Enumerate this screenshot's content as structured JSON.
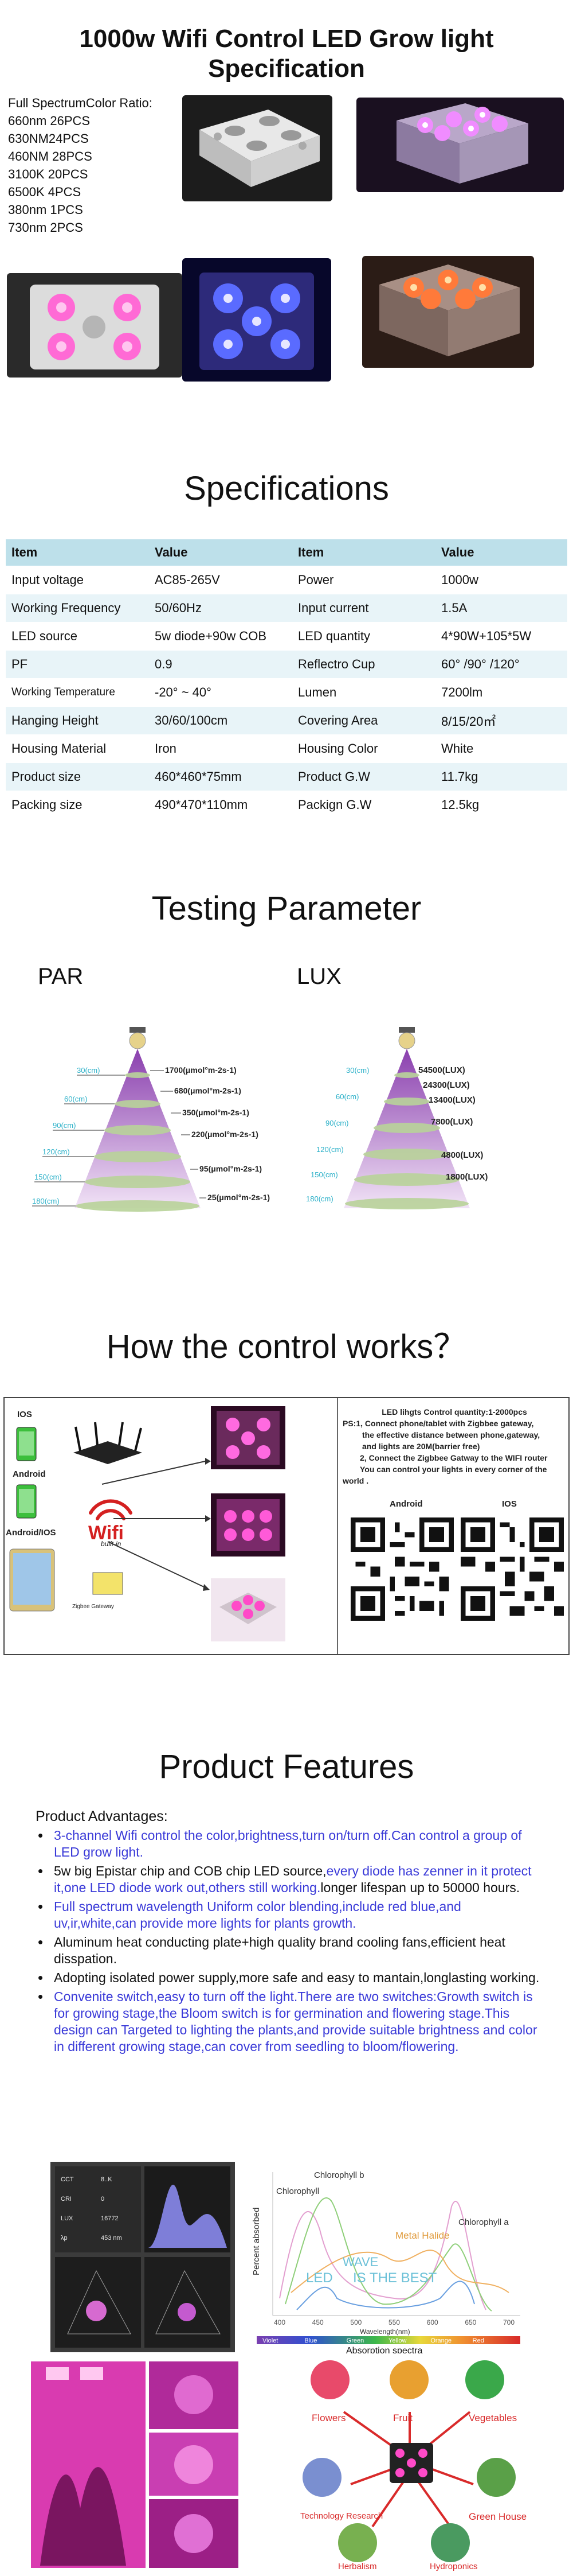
{
  "header": {
    "title_line1": "1000w Wifi Control LED Grow light",
    "title_line2": "Specification"
  },
  "ratio": {
    "heading": "Full SpectrumColor Ratio:",
    "items": [
      "660nm 26PCS",
      "630NM24PCS",
      "460NM 28PCS",
      "3100K 20PCS",
      "6500K 4PCS",
      "380nm 1PCS",
      "730nm 2PCS"
    ]
  },
  "spec": {
    "title": "Specifications",
    "headers": [
      "Item",
      "Value",
      "Item",
      "Value"
    ],
    "rows": [
      [
        "Input voltage",
        "AC85-265V",
        "Power",
        "1000w"
      ],
      [
        "Working Frequency",
        "50/60Hz",
        "Input current",
        "1.5A"
      ],
      [
        "LED source",
        "5w diode+90w COB",
        "LED quantity",
        "4*90W+105*5W"
      ],
      [
        "PF",
        "0.9",
        "Reflectro Cup",
        "60° /90° /120°"
      ],
      [
        "Working Temperature",
        "-20° ~ 40°",
        "Lumen",
        "7200lm"
      ],
      [
        "Hanging Height",
        "30/60/100cm",
        "Covering Area",
        "8/15/20㎡"
      ],
      [
        "Housing Material",
        "Iron",
        "Housing Color",
        "White"
      ],
      [
        "Product size",
        "460*460*75mm",
        "Product G.W",
        "11.7kg"
      ],
      [
        "Packing size",
        "490*470*110mm",
        "Packign G.W",
        "12.5kg"
      ]
    ]
  },
  "testing": {
    "title": "Testing Parameter",
    "par_label": "PAR",
    "lux_label": "LUX",
    "par": {
      "heights": [
        "30(cm)",
        "60(cm)",
        "90(cm)",
        "120(cm)",
        "150(cm)",
        "180(cm)"
      ],
      "values": [
        "1700(μmol°m-2s-1)",
        "680(μmol°m-2s-1)",
        "350(μmol°m-2s-1)",
        "220(μmol°m-2s-1)",
        "95(μmol°m-2s-1)",
        "25(μmol°m-2s-1)"
      ]
    },
    "lux": {
      "heights": [
        "30(cm)",
        "60(cm)",
        "90(cm)",
        "120(cm)",
        "150(cm)",
        "180(cm)"
      ],
      "values": [
        "54500(LUX)",
        "24300(LUX)",
        "13400(LUX)",
        "7800(LUX)",
        "4800(LUX)",
        "1800(LUX)"
      ]
    }
  },
  "control": {
    "title": "How the control works？",
    "ios": "IOS",
    "android": "Android",
    "android_ios": "Android/IOS",
    "wifi": "Wifi",
    "built_in": "built-in",
    "gateway": "Zigbee Gateway",
    "panel_title": "LED lihgts Control quantity:1-2000pcs",
    "panel_lines": [
      "PS:1, Connect phone/tablet with Zigbbee gateway,",
      "the effective distance between phone,gateway,",
      "and lights are 20M(barrier free)",
      "2, Connect the Zigbbee Gatway to the WIFI router",
      "You can control your lights in every corner of the",
      "world ."
    ],
    "qr_android": "Android",
    "qr_ios": "IOS"
  },
  "features": {
    "title": "Product Features",
    "heading": "Product Advantages:",
    "items": [
      {
        "parts": [
          {
            "t": "3-channel Wifi control the color,brightness,turn on/turn off.Can control a group of LED grow light.",
            "c": "blue"
          }
        ]
      },
      {
        "parts": [
          {
            "t": "5w big Epistar chip and COB chip LED source,",
            "c": "blk"
          },
          {
            "t": "every diode has zenner in it protect it,one LED diode work out,others still working.",
            "c": "blue"
          },
          {
            "t": "longer lifespan up to 50000 hours.",
            "c": "blk"
          }
        ]
      },
      {
        "parts": [
          {
            "t": "Full spectrum wavelength Uniform color blending,include red blue,and uv,ir,white,can provide more lights for plants growth.",
            "c": "blue"
          }
        ]
      },
      {
        "parts": [
          {
            "t": "Aluminum heat conducting plate+high quality brand cooling fans,efficient heat disspation.",
            "c": "blk"
          }
        ]
      },
      {
        "parts": [
          {
            "t": "Adopting isolated power supply,more safe and easy to mantain,longlasting working.",
            "c": "blk"
          }
        ]
      },
      {
        "parts": [
          {
            "t": "Convenite switch,easy to turn off the light.There are two switches:Growth switch is for growing stage,the Bloom switch is for germination and flowering stage.This design can Targeted to lighting the plants,and provide suitable brightness and color in different growing stage,can cover from seedling to bloom/flowering.",
            "c": "blue"
          }
        ]
      }
    ]
  },
  "spectrum": {
    "ylabel": "Percent absorbed",
    "xlabel": "Wavelength(nm)",
    "caption": "Absorption spectra",
    "chl_a": "Chlorophyll a",
    "chl_b": "Chlorophyll b",
    "chl": "Chlorophyll",
    "metal": "Metal Halide",
    "led": "LED",
    "wave": "WAVE",
    "best": "IS THE BEST",
    "ticks": [
      "400",
      "450",
      "500",
      "550",
      "600",
      "650",
      "700"
    ],
    "bands": [
      "Violet",
      "Blue",
      "Green",
      "Yellow",
      "Orange",
      "Red"
    ]
  },
  "screen": {
    "rows": [
      [
        "CCT",
        "8..K"
      ],
      [
        "CRI",
        "0"
      ],
      [
        "LUX",
        "16772"
      ],
      [
        "λp",
        "453 nm"
      ]
    ]
  },
  "apps": {
    "items": [
      "Flowers",
      "Fruit",
      "Vegetables",
      "Technology Research",
      "Green House",
      "Herbalism",
      "Hydroponics"
    ]
  }
}
